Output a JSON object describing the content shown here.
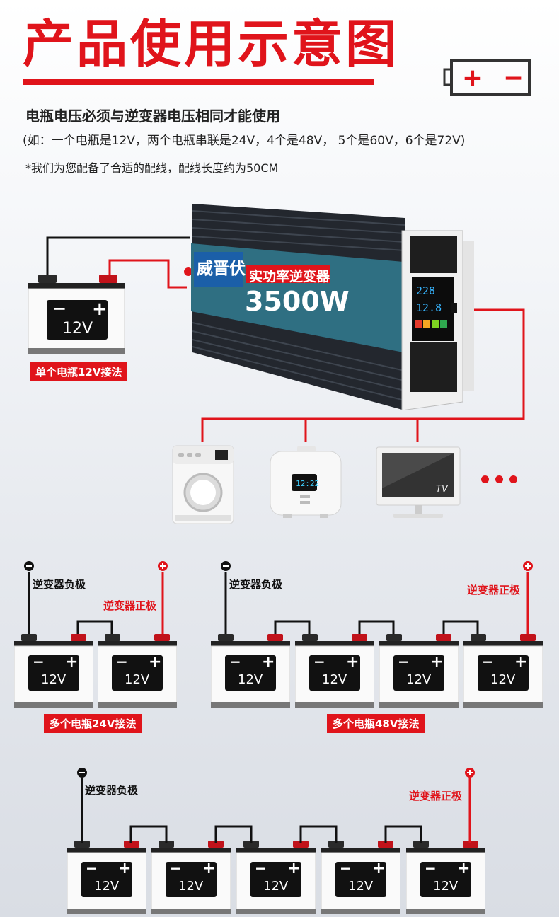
{
  "header": {
    "title": "产品使用示意图",
    "line1": "电瓶电压必须与逆变器电压相同才能使用",
    "line2": "(如：一个电瓶是12V，两个电瓶串联是24V，4个是48V， 5个是60V，6个是72V)",
    "line3": "*我们为您配备了合适的配线，配线长度约为50CM"
  },
  "battery": {
    "voltage": "12V",
    "minus": "−",
    "plus": "+"
  },
  "inverter": {
    "brand": "威晋伏",
    "tag": "实功率逆变器",
    "power": "3500W",
    "lcd_top": "228",
    "lcd_bottom": "12.8"
  },
  "appliances": {
    "cooker_time": "12:22",
    "tv_label": "TV"
  },
  "captions": {
    "single": "单个电瓶12V接法",
    "two": "多个电瓶24V接法",
    "four": "多个电瓶48V接法"
  },
  "labels": {
    "neg": "逆变器负极",
    "pos": "逆变器正极"
  },
  "colors": {
    "accent": "#e0141b",
    "battery_screen": "#111111",
    "wire": "#111111"
  }
}
